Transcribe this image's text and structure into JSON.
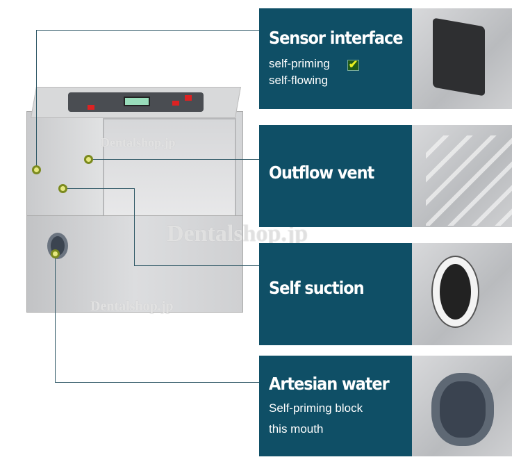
{
  "panels": [
    {
      "title": "Sensor interface",
      "lines": [
        "self-priming",
        "self-flowing"
      ],
      "icon": "checkmark-icon"
    },
    {
      "title": "Outflow vent",
      "lines": []
    },
    {
      "title": "Self suction",
      "lines": []
    },
    {
      "title": "Artesian water",
      "lines": [
        "Self-priming block",
        "this mouth"
      ]
    }
  ],
  "watermark": "Dentalshop.jp",
  "colors": {
    "panel": "#0f4f66",
    "connector": "#2f5866",
    "dot": "#e6e880"
  }
}
